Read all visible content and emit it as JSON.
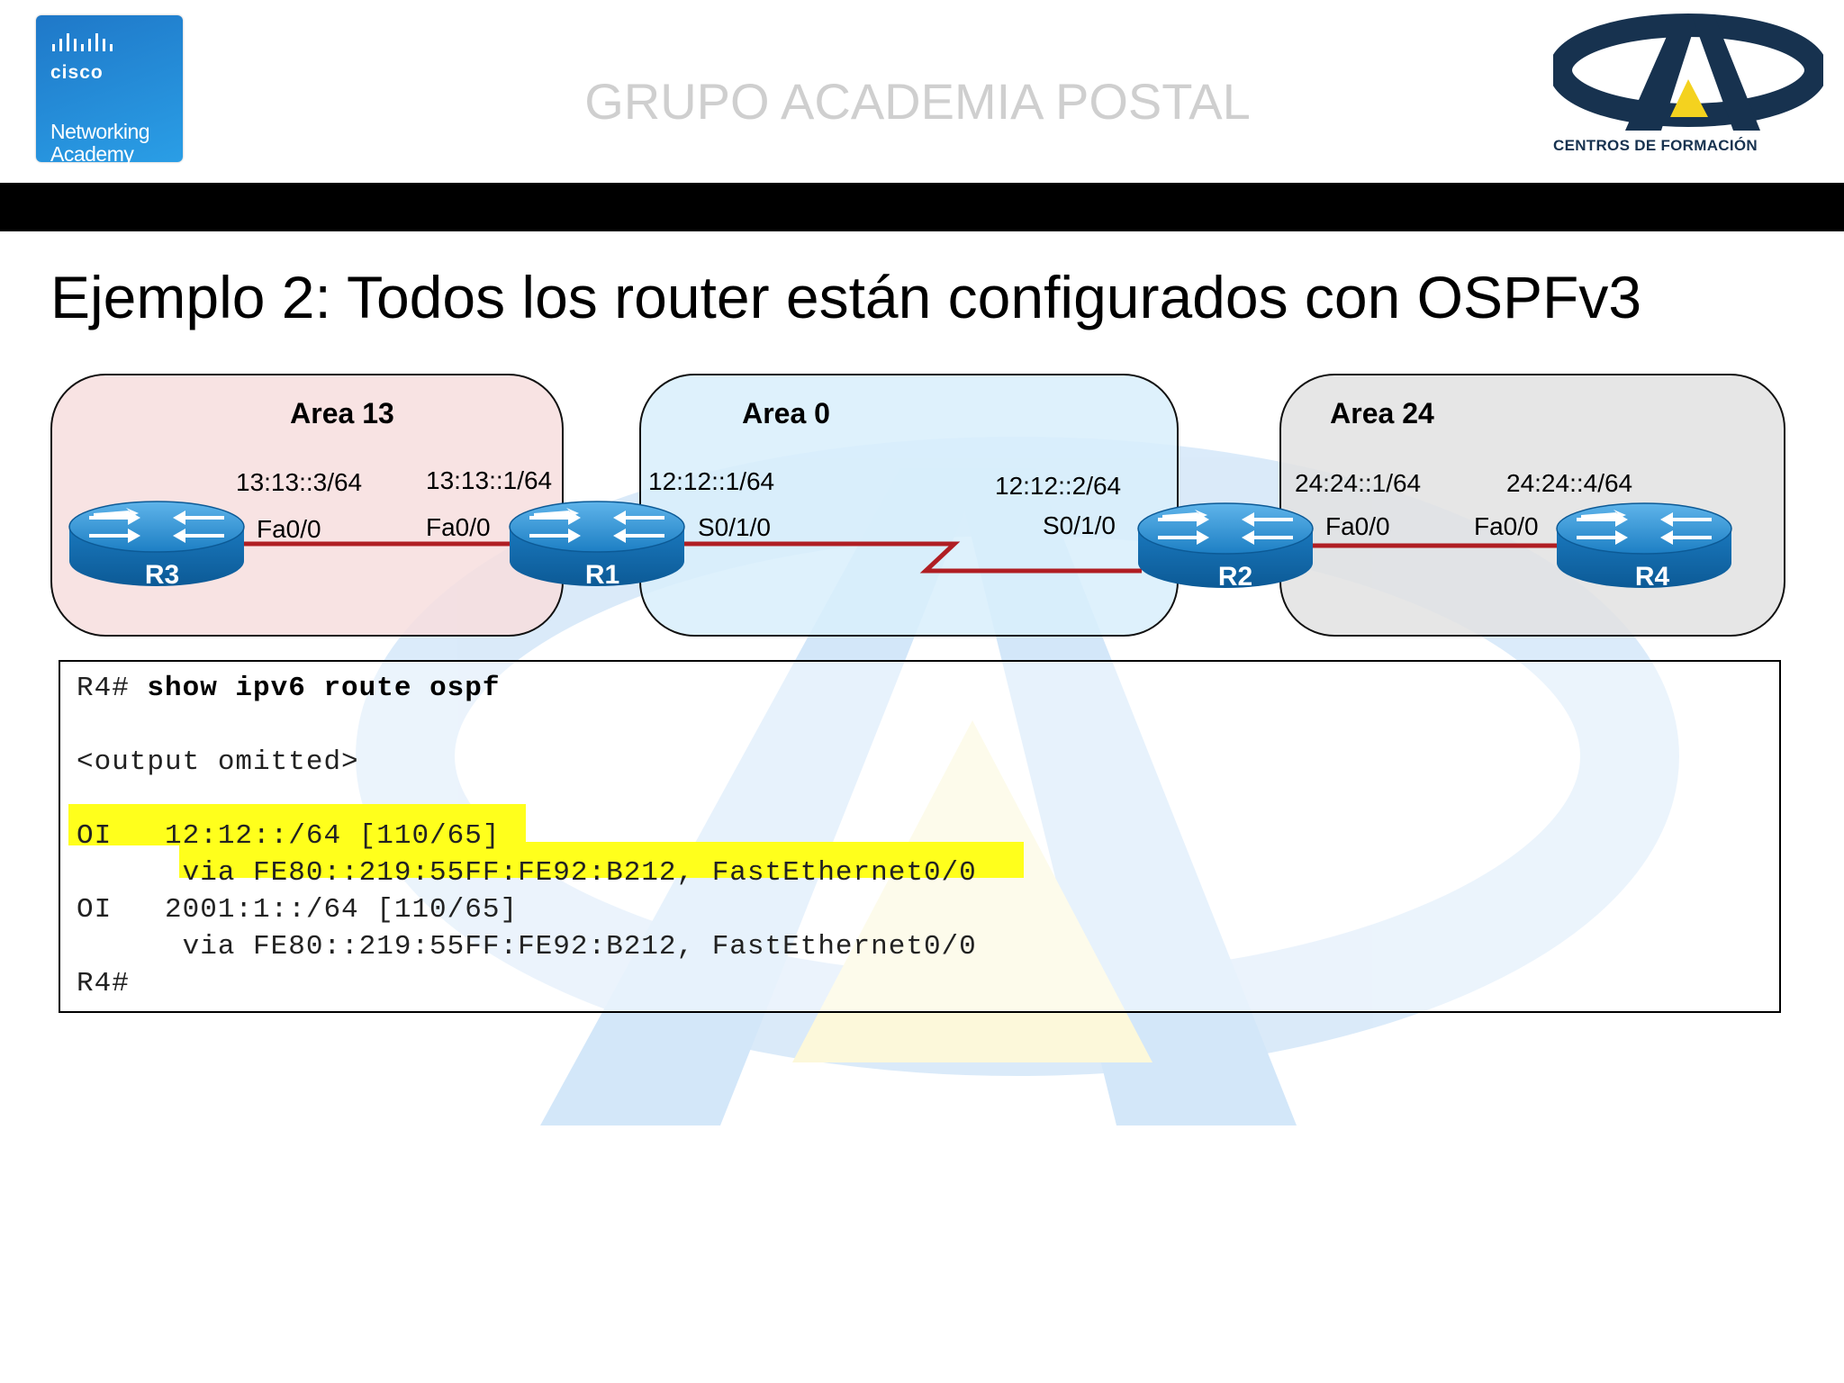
{
  "header": {
    "cisco_brand": "cisco",
    "cisco_sub_line1": "Networking",
    "cisco_sub_line2": "Academy",
    "title": "GRUPO ACADEMIA POSTAL",
    "logo_caption": "CENTROS DE FORMACIÓN",
    "colors": {
      "cisco_blue": "#1f78c8",
      "logo_navy": "#17324f",
      "logo_yellow": "#f4d21f"
    }
  },
  "slide": {
    "title": "Ejemplo 2: Todos los router están configurados con OSPFv3"
  },
  "topology": {
    "areas": [
      {
        "name": "Area 13",
        "color": "#f7dede"
      },
      {
        "name": "Area 0",
        "color": "#d8eefb"
      },
      {
        "name": "Area 24",
        "color": "#e2e2e2"
      }
    ],
    "routers": [
      {
        "name": "R3"
      },
      {
        "name": "R1"
      },
      {
        "name": "R2"
      },
      {
        "name": "R4"
      }
    ],
    "links": {
      "r3_r1": {
        "left_addr": "13:13::3/64",
        "left_if": "Fa0/0",
        "right_addr": "13:13::1/64",
        "right_if": "Fa0/0"
      },
      "r1_r2": {
        "left_addr": "12:12::1/64",
        "left_if": "S0/1/0",
        "right_addr": "12:12::2/64",
        "right_if": "S0/1/0"
      },
      "r2_r4": {
        "left_addr": "24:24::1/64",
        "left_if": "Fa0/0",
        "right_addr": "24:24::4/64",
        "right_if": "Fa0/0"
      }
    },
    "link_color": "#b01e23",
    "router_color": "#1a7fc1"
  },
  "terminal": {
    "prompt": "R4# ",
    "command": "show ipv6 route ospf",
    "omitted": "<output omitted>",
    "route1_line1": "OI   12:12::/64 [110/65]",
    "route1_line2": "      via FE80::219:55FF:FE92:B212, FastEthernet0/0",
    "route2_line1": "OI   2001:1::/64 [110/65]",
    "route2_line2": "      via FE80::219:55FF:FE92:B212, FastEthernet0/0",
    "final_prompt": "R4#",
    "highlight_color": "#ffff1c"
  }
}
